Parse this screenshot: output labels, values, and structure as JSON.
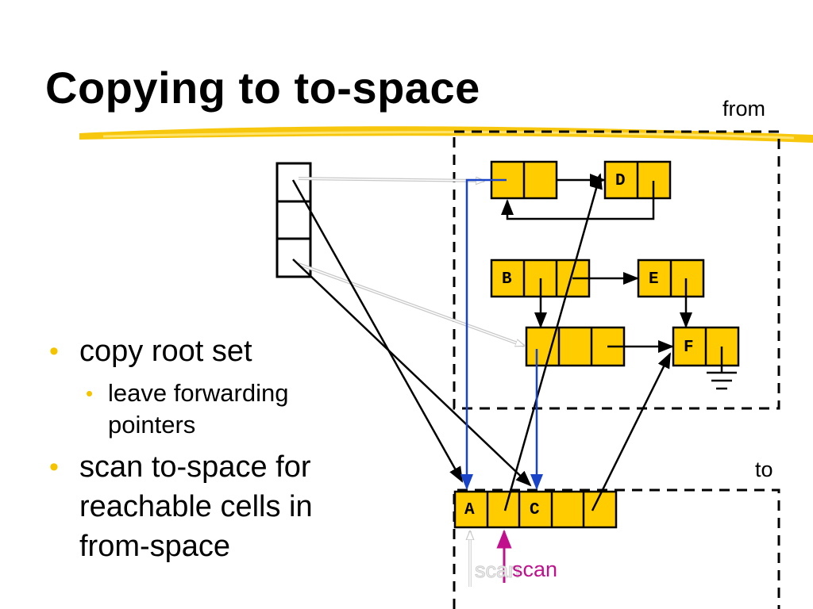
{
  "slide": {
    "title": "Copying to to-space",
    "bullets": [
      {
        "text": "copy root set",
        "sub": [
          "leave forwarding pointers"
        ]
      },
      {
        "text": "scan to-space for reachable cells in from-space",
        "sub": []
      }
    ]
  },
  "diagram": {
    "from_label": "from",
    "to_label": "to",
    "cells": {
      "D": "D",
      "B": "B",
      "E": "E",
      "F": "F",
      "A": "A",
      "C": "C"
    },
    "scan_label": "scan",
    "ghost_label": "scan"
  },
  "colors": {
    "cell_fill": "#ffcc00",
    "accent_yellow": "#f5c400",
    "blue_arrow": "#1a44c8",
    "scan_arrow": "#c0108c"
  }
}
